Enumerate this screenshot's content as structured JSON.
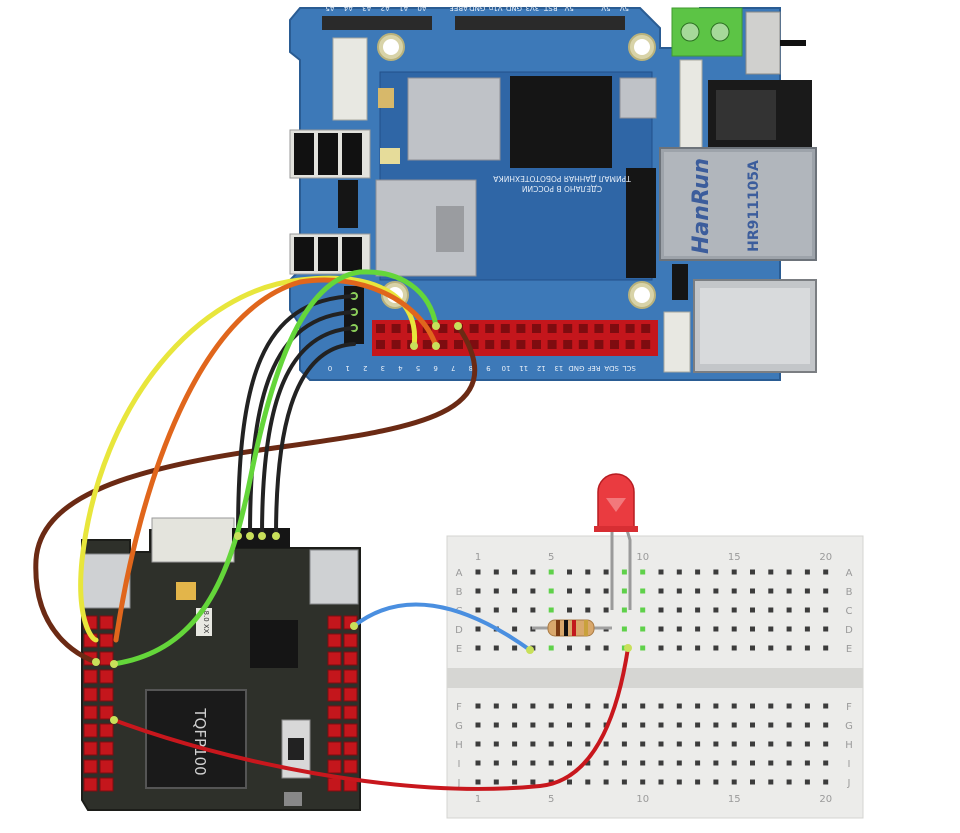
{
  "controller": {
    "header_labels": [
      "A5",
      "A4",
      "A3",
      "A2",
      "A1",
      "A0",
      "",
      "AREF",
      "GND",
      "V1n",
      "GND",
      "3V3",
      "RST",
      "5V",
      "",
      "5V",
      "5V"
    ],
    "digital_labels": [
      "0",
      "1",
      "2",
      "3",
      "4",
      "5",
      "6",
      "7",
      "8",
      "9",
      "10",
      "11",
      "12",
      "13",
      "GND",
      "REF",
      "SDA",
      "SCL"
    ],
    "silk_text": [
      "ТРИМАЛ ДАННАЯ РОБОТОТЕХНИКА",
      "СДЕЛАНО В РОССИИ"
    ],
    "ethernet_brand": "HanRun",
    "ethernet_part": "HR911105A",
    "board_color": "#3d79b8",
    "header_color": "#c4161c"
  },
  "module": {
    "chip_label": "TQFP100",
    "crystal_label": "8.0 XX",
    "board_color": "#2e302a"
  },
  "breadboard": {
    "top_rows": [
      "A",
      "B",
      "C",
      "D",
      "E"
    ],
    "bottom_rows": [
      "F",
      "G",
      "H",
      "I",
      "J"
    ],
    "column_numbers": [
      "1",
      "5",
      "10",
      "15",
      "20"
    ],
    "columns": 20
  },
  "components": {
    "led_color": "#e8262b",
    "resistor_color": "#d9a86c"
  },
  "wires": {
    "yellow": "#e8e63c",
    "orange": "#e0661c",
    "green": "#64d63a",
    "brown": "#6b2a14",
    "black": "#222222",
    "blue": "#4a8fe0",
    "red": "#c8171d"
  }
}
